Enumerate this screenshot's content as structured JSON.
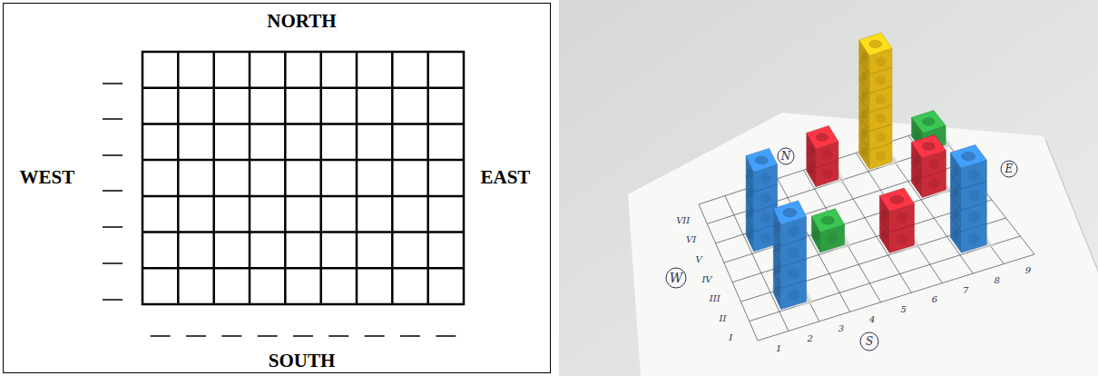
{
  "diagram": {
    "nodes": [
      {
        "text": [
          "NORTH",
          "WEST",
          "EAST",
          "SOUTH"
        ]
      },
      {
        "text": [
          "N"
        ]
      },
      {
        "text": [
          "E"
        ]
      },
      {
        "text": [
          "W"
        ]
      },
      {
        "text": [
          "S"
        ]
      }
    ],
    "labels": [
      "VII",
      "VI",
      "V",
      "IV",
      "III",
      "II",
      "I",
      "1",
      "2",
      "3",
      "4",
      "5",
      "6",
      "7",
      "8",
      "9"
    ]
  }
}
